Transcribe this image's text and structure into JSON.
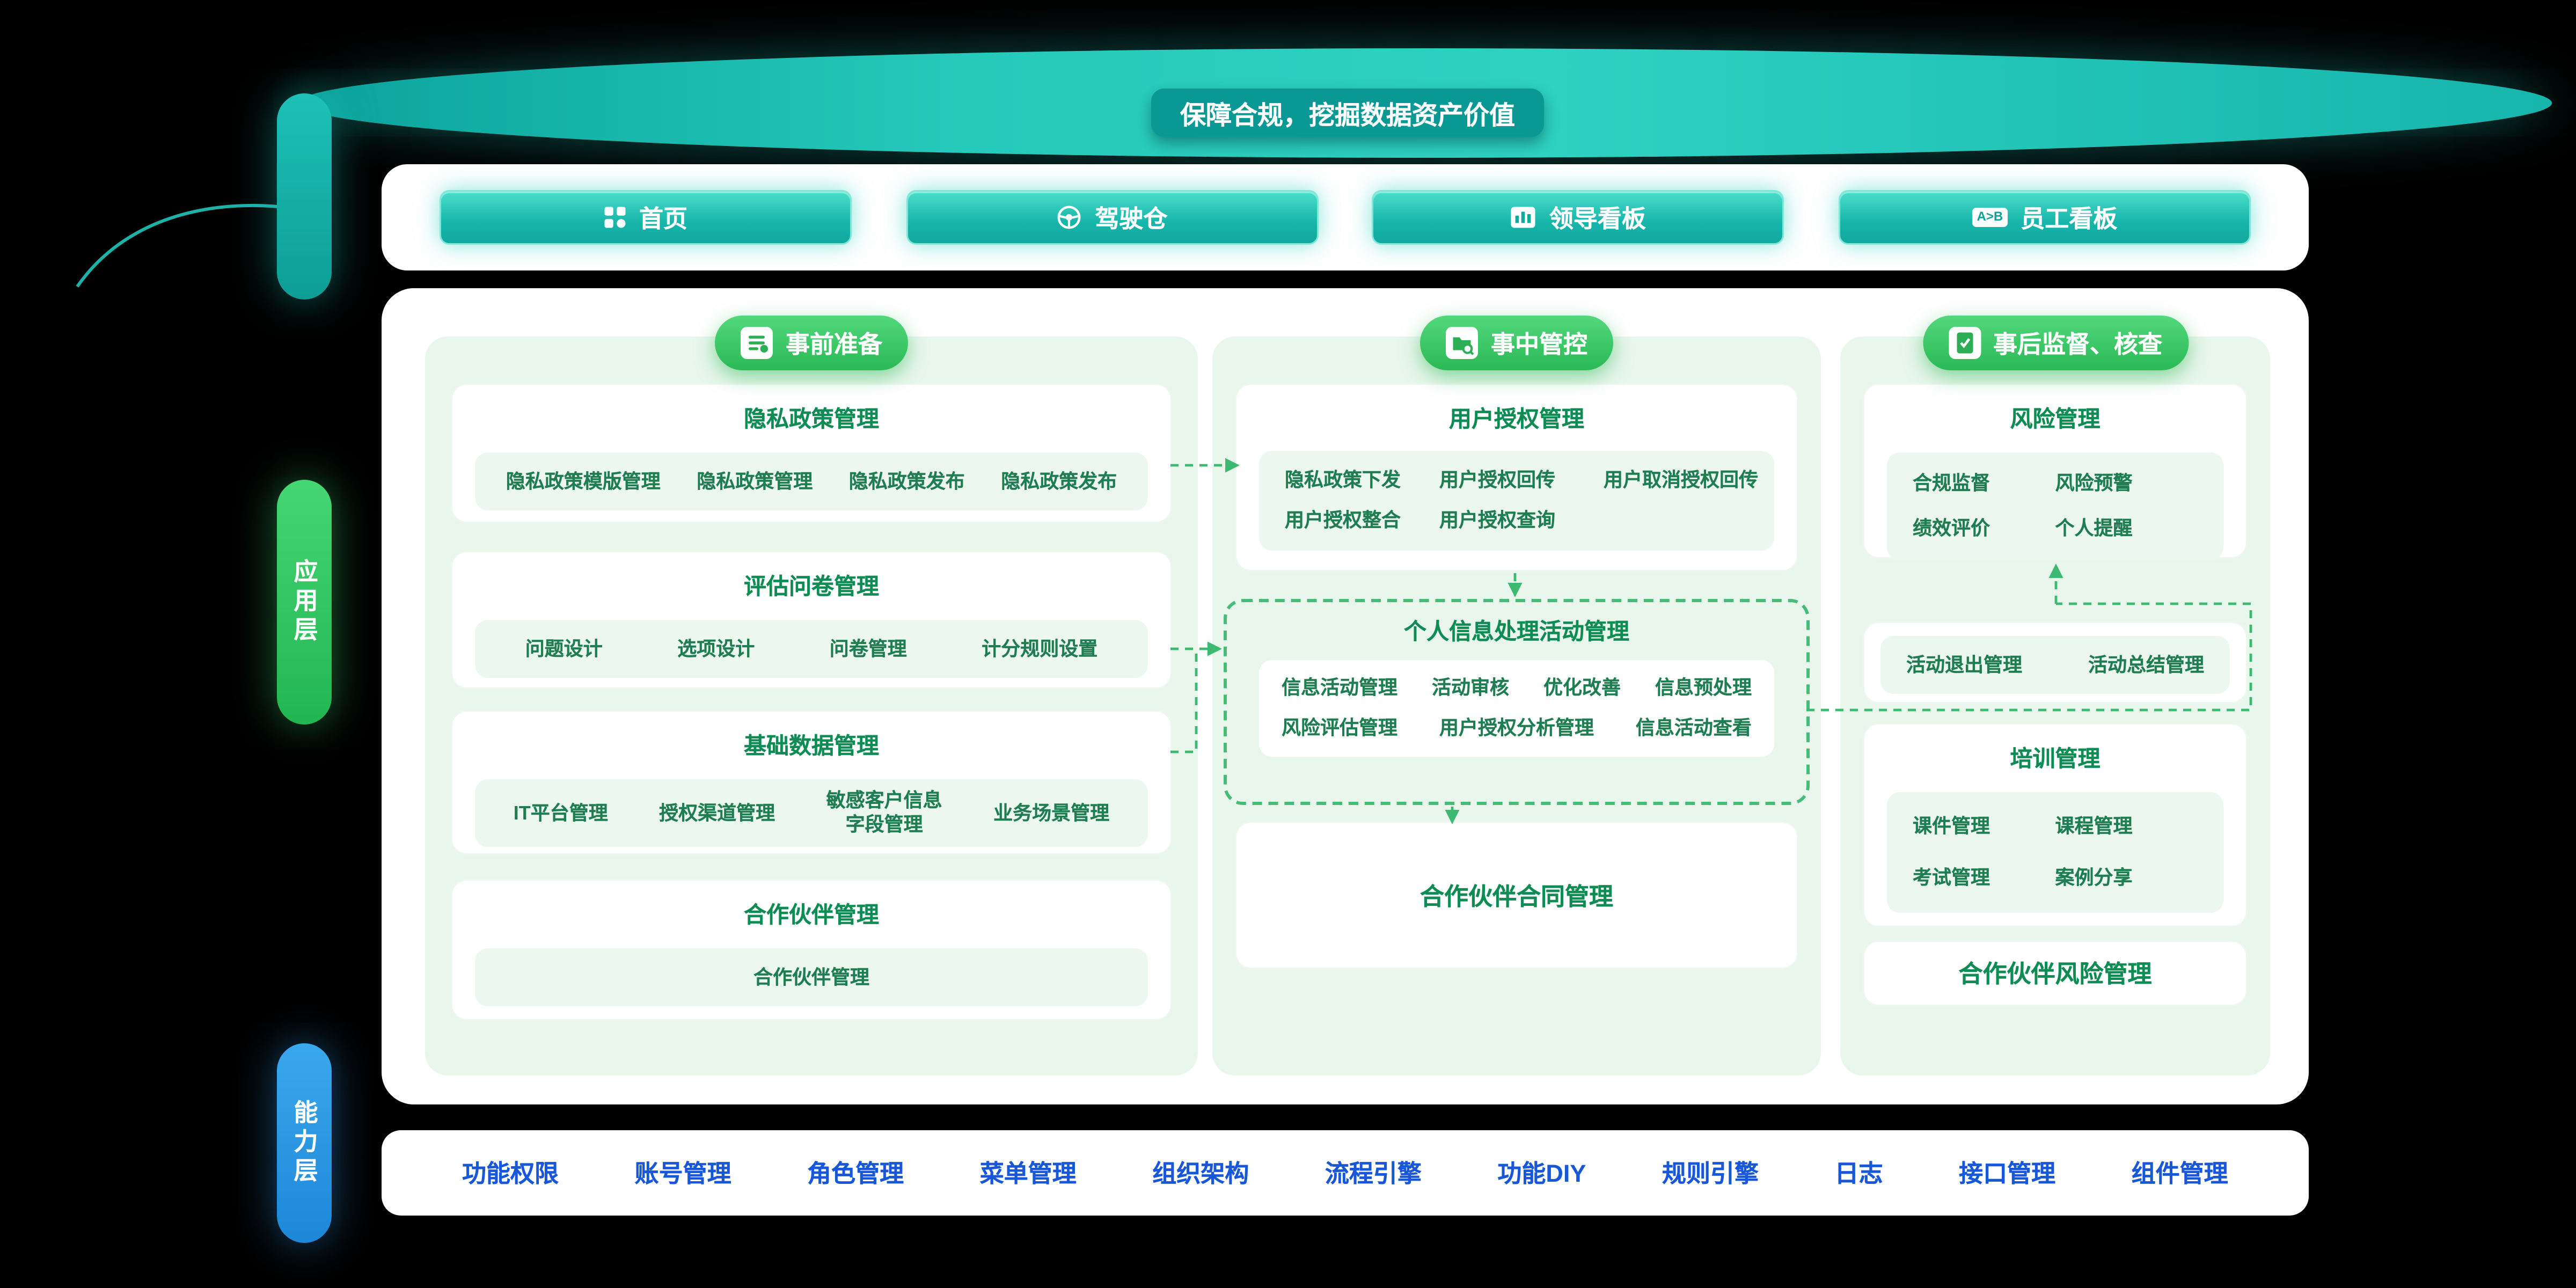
{
  "banner": {
    "title": "保障合规，挖掘数据资产价值"
  },
  "nav": {
    "home": "首页",
    "cockpit": "驾驶仓",
    "leader_board": "领导看板",
    "staff_board": "员工看板",
    "ab_icon_text": "A>B"
  },
  "layers": {
    "app": "应用层",
    "ability": "能力层"
  },
  "col1": {
    "header": "事前准备",
    "card1": {
      "title": "隐私政策管理",
      "items": [
        "隐私政策模版管理",
        "隐私政策管理",
        "隐私政策发布",
        "隐私政策发布"
      ]
    },
    "card2": {
      "title": "评估问卷管理",
      "items": [
        "问题设计",
        "选项设计",
        "问卷管理",
        "计分规则设置"
      ]
    },
    "card3": {
      "title": "基础数据管理",
      "items": [
        "IT平台管理",
        "授权渠道管理",
        "敏感客户信息\n字段管理",
        "业务场景管理"
      ]
    },
    "card4": {
      "title": "合作伙伴管理",
      "items": [
        "合作伙伴管理"
      ]
    }
  },
  "col2": {
    "header": "事中管控",
    "card1": {
      "title": "用户授权管理",
      "row1": [
        "隐私政策下发",
        "用户授权回传",
        "用户取消授权回传"
      ],
      "row2": [
        "用户授权整合",
        "用户授权查询"
      ]
    },
    "card2": {
      "title": "个人信息处理活动管理",
      "row1": [
        "信息活动管理",
        "活动审核",
        "优化改善",
        "信息预处理"
      ],
      "row2": [
        "风险评估管理",
        "用户授权分析管理",
        "信息活动查看"
      ]
    },
    "card3": {
      "title": "合作伙伴合同管理"
    }
  },
  "col3": {
    "header": "事后监督、核查",
    "card1": {
      "title": "风险管理",
      "items": [
        "合规监督",
        "风险预警",
        "绩效评价",
        "个人提醒"
      ]
    },
    "card2": {
      "items": [
        "活动退出管理",
        "活动总结管理"
      ]
    },
    "card3": {
      "title": "培训管理",
      "items": [
        "课件管理",
        "课程管理",
        "考试管理",
        "案例分享"
      ]
    },
    "card4": {
      "title": "合作伙伴风险管理"
    }
  },
  "bottom": {
    "items": [
      "功能权限",
      "账号管理",
      "角色管理",
      "菜单管理",
      "组织架构",
      "流程引擎",
      "功能DIY",
      "规则引擎",
      "日志",
      "接口管理",
      "组件管理"
    ]
  },
  "colors": {
    "teal": "#14b3ab",
    "green": "#2cbf5e",
    "blue": "#2b9ce6",
    "link_blue": "#1857d8",
    "item_green": "#1f7d52"
  }
}
